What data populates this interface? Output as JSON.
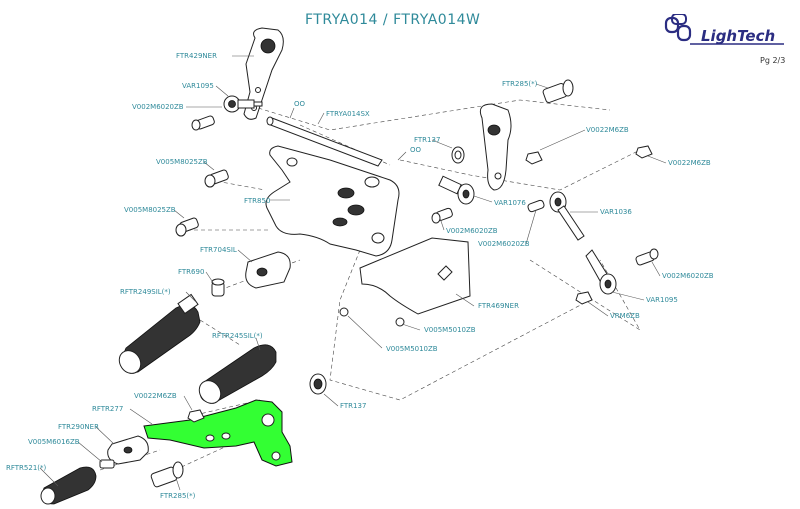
{
  "header": {
    "title": "FTRYA014 / FTRYA014W",
    "page": "Pg 2/3",
    "brand": "LighTech"
  },
  "labels": {
    "ftr429ner": "FTR429NER",
    "var1095_a": "VAR1095",
    "v002m6020zb_a": "V002M6020ZB",
    "oo_a": "OO",
    "ftrya014sx": "FTRYA014SX",
    "ftr285_a": "FTR285(*)",
    "ftr137_a": "FTR137",
    "oo_b": "OO",
    "v0022m6zb_a": "V0022M6ZB",
    "v0022m6zb_b": "V0022M6ZB",
    "v005m8025zb_a": "V005M8025ZB",
    "ftr850": "FTR850",
    "var1076": "VAR1076",
    "var1036": "VAR1036",
    "v002m6020zb_b": "V002M6020ZB",
    "v005m8025zb_b": "V005M8025ZB",
    "v002m6020zb_c": "V002M6020ZB",
    "ftr704sil": "FTR704SIL",
    "v002m6020zb_d": "V002M6020ZB",
    "ftr690": "FTR690",
    "rftr249sil": "RFTR249SIL(*)",
    "var1095_b": "VAR1095",
    "ftr469ner": "FTR469NER",
    "vrm6zb": "VRM6ZB",
    "rftr245sil": "RFTR245SIL(*)",
    "v005m5010zb_a": "V005M5010ZB",
    "v005m5010zb_b": "V005M5010ZB",
    "ftr137_b": "FTR137",
    "v0022m6zb_c": "V0022M6ZB",
    "rftr277": "RFTR277",
    "ftr290ner": "FTR290NER",
    "v005m6016zb": "V005M6016ZB",
    "rftr521": "RFTR521(*)",
    "ftr285_b": "FTR285(*)"
  }
}
